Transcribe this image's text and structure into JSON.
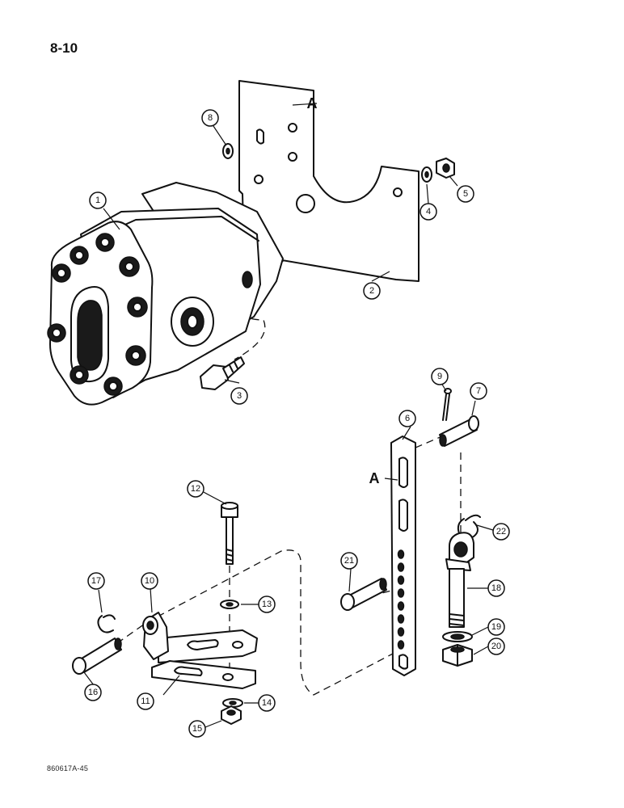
{
  "page": {
    "page_number": "8-10",
    "document_code": "860617A-45"
  },
  "reference_letters": [
    "A",
    "A"
  ],
  "callouts": [
    "1",
    "2",
    "3",
    "4",
    "5",
    "6",
    "7",
    "8",
    "9",
    "10",
    "11",
    "12",
    "13",
    "14",
    "15",
    "16",
    "17",
    "18",
    "19",
    "20",
    "21",
    "22"
  ]
}
